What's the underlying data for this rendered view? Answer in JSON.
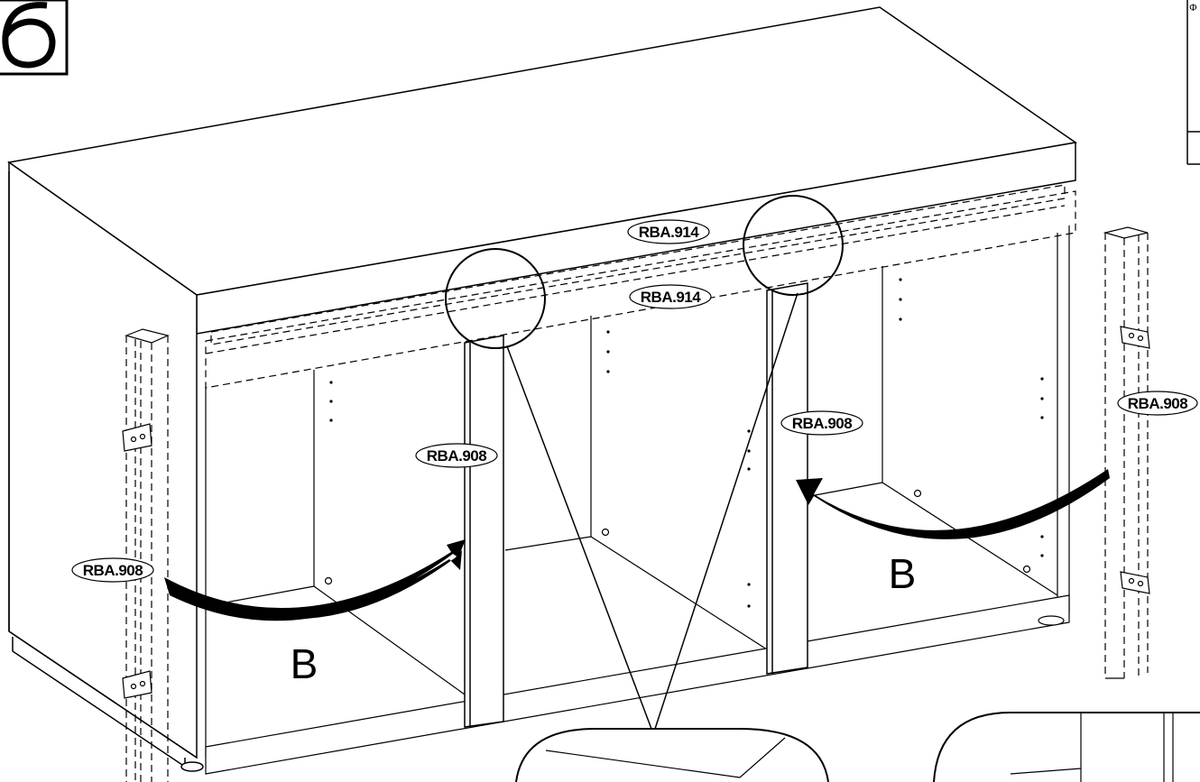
{
  "step": {
    "number": "6"
  },
  "parts": {
    "rail_label": "RBA.914",
    "post_label": "RBA.908"
  },
  "fitting": {
    "letter": "B"
  }
}
